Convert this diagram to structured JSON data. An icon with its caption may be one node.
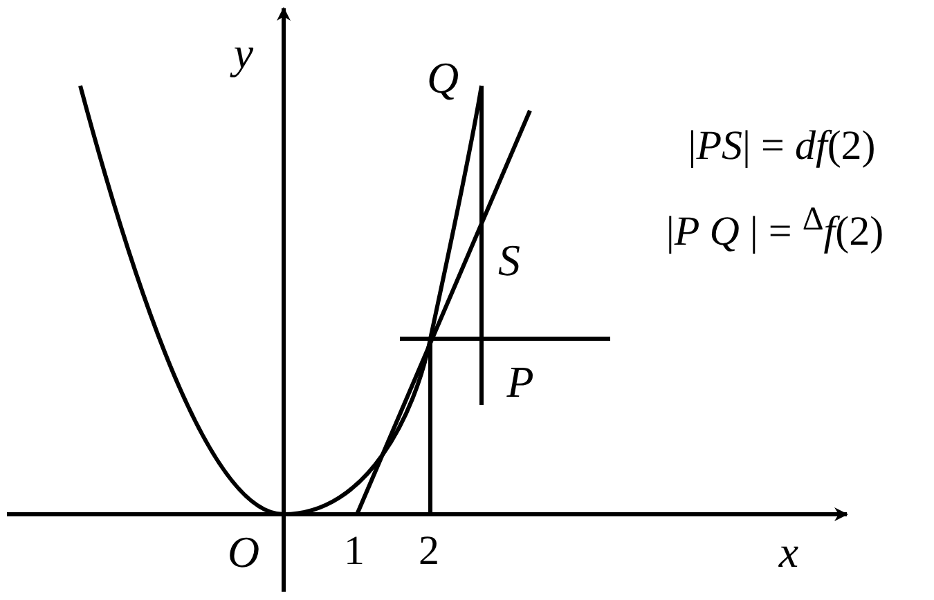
{
  "diagram": {
    "labels": [
      "y",
      "Q",
      "|*PS*| = *df*(2)",
      "|*P Q* | = $^{Δ}$*f*(2)",
      "S",
      "P",
      "O",
      "1",
      "2",
      "x"
    ]
  }
}
